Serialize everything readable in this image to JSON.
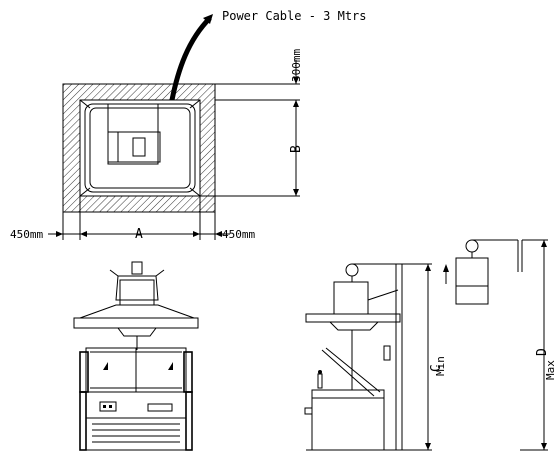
{
  "labels": {
    "power_cable": "Power Cable - 3 Mtrs",
    "clearance_top": "300mm",
    "dim_b": "B",
    "clearance_left": "450mm",
    "dim_a": "A",
    "clearance_right": "450mm",
    "dim_c": "C",
    "min": "Min",
    "dim_d": "D",
    "max": "Max"
  }
}
